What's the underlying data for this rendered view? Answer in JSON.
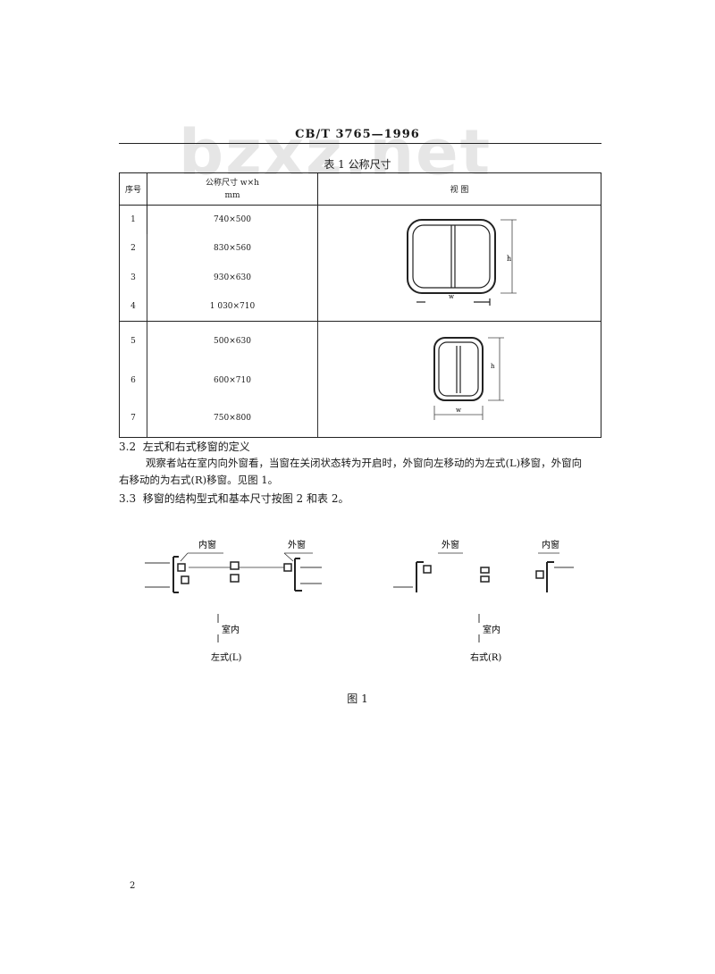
{
  "header": {
    "standard": "CB/T 3765—1996"
  },
  "watermark": "bzxz.net",
  "table1": {
    "caption": "表 1  公称尺寸",
    "col_index": "序号",
    "col_size_line1": "公称尺寸 w×h",
    "col_size_line2": "mm",
    "col_view": "视    图",
    "rows": [
      {
        "no": "1",
        "size": "740×500"
      },
      {
        "no": "2",
        "size": "830×560"
      },
      {
        "no": "3",
        "size": "930×630"
      },
      {
        "no": "4",
        "size": "1 030×710"
      },
      {
        "no": "5",
        "size": "500×630"
      },
      {
        "no": "6",
        "size": "600×710"
      },
      {
        "no": "7",
        "size": "750×800"
      }
    ],
    "dim_w": "w",
    "dim_h": "h"
  },
  "section_3_2": {
    "number": "3.2",
    "title": "左式和右式移窗的定义",
    "line1": "观察者站在室内向外窗看，当窗在关闭状态转为开启时，外窗向左移动的为左式(L)移窗，外窗向",
    "line2": "右移动的为右式(R)移窗。见图 1。"
  },
  "section_3_3": {
    "number": "3.3",
    "title": "移窗的结构型式和基本尺寸按图 2 和表 2。"
  },
  "figure1": {
    "left": {
      "inner": "内窗",
      "outer": "外窗",
      "room": "室内",
      "type": "左式(L)"
    },
    "right": {
      "outer": "外窗",
      "inner": "内窗",
      "room": "室内",
      "type": "右式(R)"
    },
    "caption": "图 1"
  },
  "page_number": "2"
}
